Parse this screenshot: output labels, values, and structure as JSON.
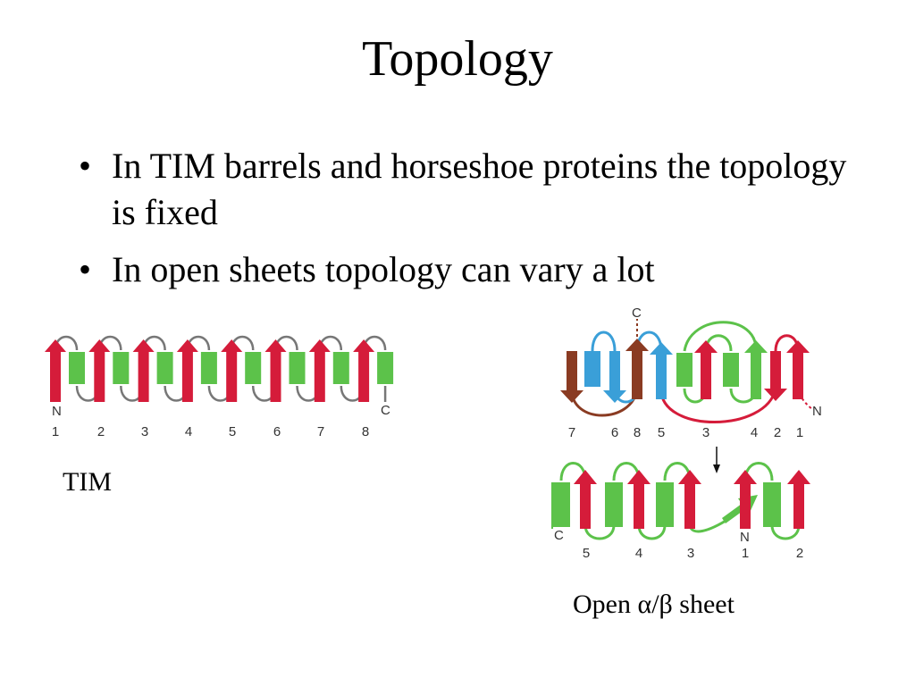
{
  "title": "Topology",
  "bullets": [
    "In TIM barrels and horseshoe proteins the topology is fixed",
    "In open sheets topology can vary a lot"
  ],
  "tim": {
    "caption": "TIM",
    "n_label": "N",
    "c_label": "C",
    "numbers": [
      "1",
      "2",
      "3",
      "4",
      "5",
      "6",
      "7",
      "8"
    ]
  },
  "open_sheet": {
    "caption": "Open α/β sheet",
    "top": {
      "c_label": "C",
      "n_label": "N",
      "numbers": [
        "7",
        "6",
        "8",
        "5",
        "3",
        "4",
        "2",
        "1"
      ]
    },
    "bottom": {
      "c_label": "C",
      "n_label": "N",
      "numbers": [
        "5",
        "4",
        "3",
        "1",
        "2"
      ]
    }
  },
  "colors": {
    "strand_red": "#d51c3a",
    "helix_green": "#5cc24a",
    "strand_brown": "#8a3b22",
    "blue": "#3a9fd8",
    "loop_gray": "#777777"
  }
}
